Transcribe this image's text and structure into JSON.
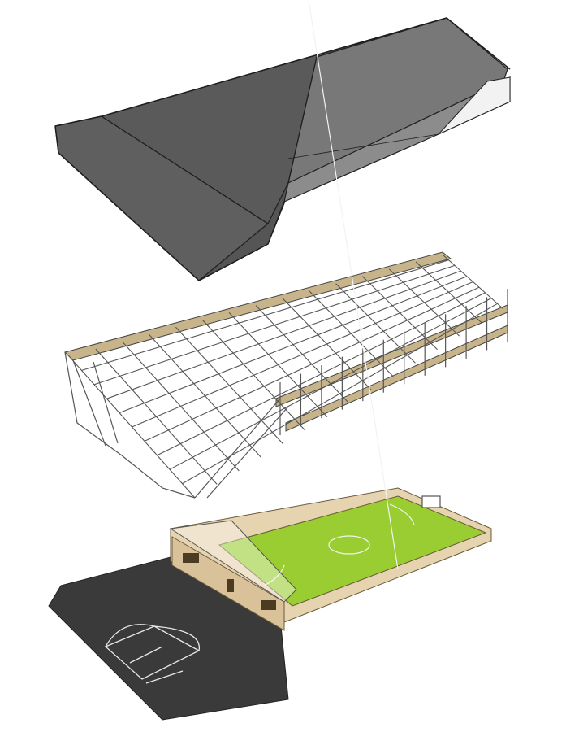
{
  "diagram": {
    "layers": [
      {
        "id": "roof",
        "label": ""
      },
      {
        "id": "structure",
        "label": ""
      },
      {
        "id": "ground",
        "label": ""
      }
    ]
  },
  "colors": {
    "roof_dark": "#5a5a5a",
    "roof_mid": "#6e6e6e",
    "roof_light": "#8a8a8a",
    "roof_edge": "#2b2b2b",
    "steel": "#b0b0b0",
    "steel_edge": "#444444",
    "timber": "#c8b48a",
    "pitch_green": "#9acd32",
    "asphalt": "#3a3a3a",
    "court_lines": "#e8e8e8",
    "wall_beige": "#e6d3b0"
  }
}
